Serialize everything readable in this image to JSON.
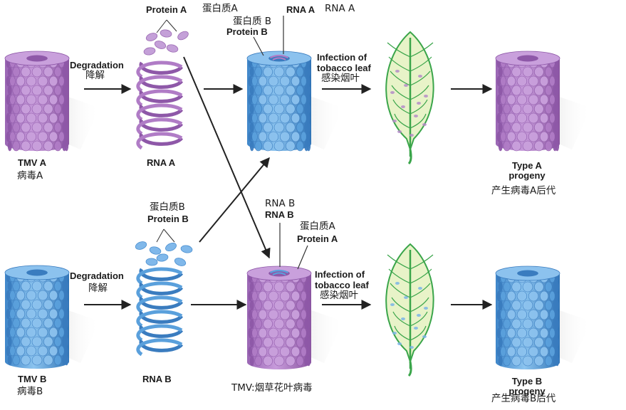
{
  "colors": {
    "purple": "#b07cc6",
    "purple_dark": "#8e58a8",
    "blue": "#5aa0dc",
    "blue_dark": "#3a7cbf",
    "leaf_fill": "#e8f3c8",
    "leaf_vein": "#3aa54a",
    "arrow": "#222222"
  },
  "top_row": {
    "tmv_label": "TMV A",
    "tmv_label_cn": "病毒A",
    "degradation": "Degradation",
    "degradation_cn": "降解",
    "protein_label": "Protein A",
    "protein_label_cn": "蛋白质A",
    "rna_label": "RNA A",
    "hybrid_rna_label": "RNA A",
    "hybrid_rna_label_cn": "RNA A",
    "hybrid_protein_label_cn": "蛋白质 B",
    "hybrid_protein_label": "Protein B",
    "infection_line1": "Infection of",
    "infection_line2": "tobacco leaf",
    "infection_cn": "感染烟叶",
    "progeny_line1": "Type A",
    "progeny_line2": "progeny",
    "progeny_cn": "产生病毒A后代"
  },
  "bottom_row": {
    "tmv_label": "TMV B",
    "tmv_label_cn": "病毒B",
    "degradation": "Degradation",
    "degradation_cn": "降解",
    "protein_label_cn": "蛋白质B",
    "protein_label": "Protein B",
    "rna_label": "RNA B",
    "hybrid_rna_label_cn": "RNA B",
    "hybrid_rna_label": "RNA B",
    "hybrid_protein_label_cn": "蛋白质A",
    "hybrid_protein_label": "Protein A",
    "infection_line1": "Infection of",
    "infection_line2": "tobacco leaf",
    "infection_cn": "感染烟叶",
    "progeny_line1": "Type B",
    "progeny_line2": "progeny",
    "progeny_cn": "产生病毒B后代"
  },
  "footnote": "TMV:烟草花叶病毒"
}
